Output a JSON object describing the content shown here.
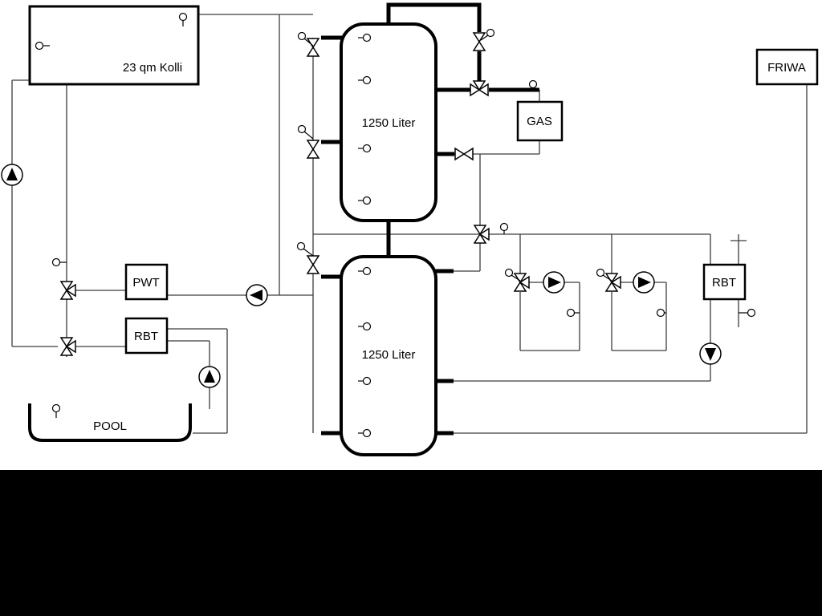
{
  "labels": {
    "collector": "23 qm Kolli",
    "tank_upper": "1250 Liter",
    "tank_lower": "1250 Liter",
    "gas": "GAS",
    "friwa": "FRIWA",
    "pwt": "PWT",
    "rbt_left": "RBT",
    "rbt_right": "RBT",
    "pool": "POOL"
  },
  "colors": {
    "background": "#ffffff",
    "line": "#000000",
    "thin_line": "#3c3c3c",
    "bottom_bar": "#000000"
  },
  "symbols": {
    "pump-icon": "circle-with-filled-triangle",
    "valve-icon": "bowtie-triangles",
    "three-way-valve-icon": "bowtie-with-branch-triangle",
    "sensor-icon": "small-circle-with-stem"
  }
}
